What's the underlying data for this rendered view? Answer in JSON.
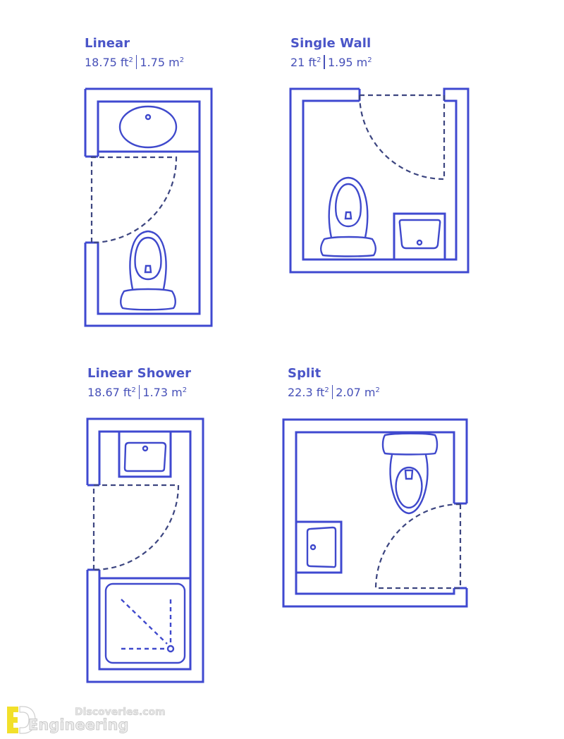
{
  "plans": [
    {
      "name": "Linear",
      "area_ft": "18.75 ft",
      "area_m": "1.75 m",
      "sup": "2"
    },
    {
      "name": "Single Wall",
      "area_ft": "21 ft",
      "area_m": "1.95 m",
      "sup": "2"
    },
    {
      "name": "Linear Shower",
      "area_ft": "18.67 ft",
      "area_m": "1.73 m",
      "sup": "2"
    },
    {
      "name": "Split",
      "area_ft": "22.3 ft",
      "area_m": "2.07 m",
      "sup": "2"
    }
  ],
  "watermark": {
    "line1": "Discoveries.com",
    "line2": "Engineering"
  },
  "colors": {
    "wall": "#3f49d0",
    "title": "#4a55c8",
    "door": "#3c4580",
    "logo_yellow": "#f2e02a"
  }
}
